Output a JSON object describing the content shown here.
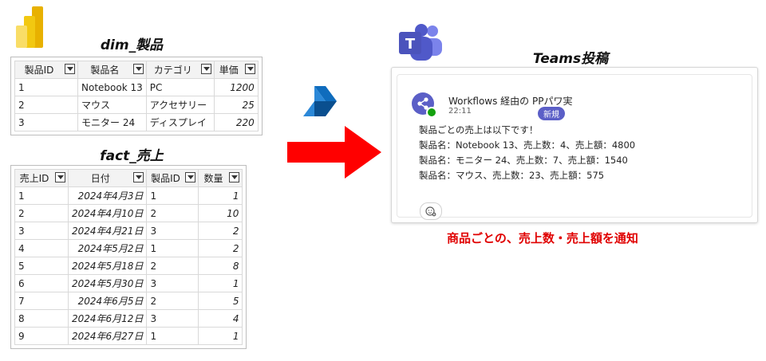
{
  "product_section": {
    "title": "dim_製品",
    "headers": [
      "製品ID",
      "製品名",
      "カテゴリ",
      "単価"
    ],
    "rows": [
      [
        "1",
        "Notebook 13",
        "PC",
        "1200"
      ],
      [
        "2",
        "マウス",
        "アクセサリー",
        "25"
      ],
      [
        "3",
        "モニター 24",
        "ディスプレイ",
        "220"
      ]
    ]
  },
  "sales_section": {
    "title": "fact_売上",
    "headers": [
      "売上ID",
      "日付",
      "製品ID",
      "数量"
    ],
    "rows": [
      [
        "1",
        "2024年4月3日",
        "1",
        "1"
      ],
      [
        "2",
        "2024年4月10日",
        "2",
        "10"
      ],
      [
        "3",
        "2024年4月21日",
        "3",
        "2"
      ],
      [
        "4",
        "2024年5月2日",
        "1",
        "2"
      ],
      [
        "5",
        "2024年5月18日",
        "2",
        "8"
      ],
      [
        "6",
        "2024年5月30日",
        "3",
        "1"
      ],
      [
        "7",
        "2024年6月5日",
        "2",
        "5"
      ],
      [
        "8",
        "2024年6月12日",
        "3",
        "4"
      ],
      [
        "9",
        "2024年6月27日",
        "1",
        "1"
      ]
    ]
  },
  "teams": {
    "title": "Teams投稿",
    "sender": "Workflows 経由の PPパワ実",
    "time": "22:11",
    "badge": "新規",
    "message_lines": [
      "製品ごとの売上は以下です！",
      "製品名：Notebook 13、売上数：4、売上額：4800",
      "製品名：モニター 24、売上数：7、売上額：1540",
      "製品名：マウス、売上数：23、売上額：575"
    ]
  },
  "caption": "商品ごとの、売上数・売上額を通知",
  "colors": {
    "arrow": "#ff0000",
    "caption": "#e00000",
    "teams_purple": "#5b5fc7",
    "powerbi_yellow": "#f2c811"
  },
  "icons": {
    "power_bi": "power-bi-logo",
    "power_automate": "power-automate-logo",
    "teams": "teams-logo",
    "workflow_bot": "workflow-bot-icon",
    "reaction": "emoji-reaction-icon"
  }
}
